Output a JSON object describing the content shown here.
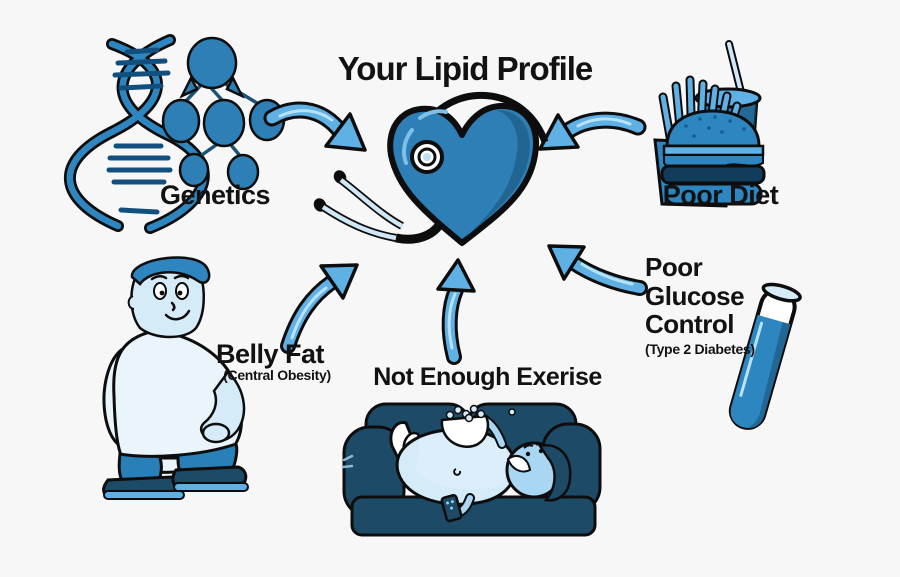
{
  "title": "Your Lipid Profile",
  "factors": {
    "genetics": {
      "label": "Genetics"
    },
    "poor_diet": {
      "label": "Poor Diet"
    },
    "belly_fat": {
      "label": "Belly Fat",
      "sublabel": "(Central Obesity)"
    },
    "not_enough_exercise": {
      "label": "Not Enough Exerise"
    },
    "poor_glucose_control": {
      "label": "Poor Glucose Control",
      "sublabel": "(Type 2 Diabetes)"
    }
  },
  "center_icon": "heart-with-stethoscope",
  "icons": {
    "genetics": [
      "dna-icon",
      "family-tree-icon"
    ],
    "poor_diet": [
      "fast-food-icon"
    ],
    "belly_fat": [
      "overweight-man-icon"
    ],
    "not_enough_exercise": [
      "couch-potato-icon"
    ],
    "poor_glucose_control": [
      "blood-test-tube-icon"
    ],
    "connectors": [
      "curved-arrow-icon"
    ]
  },
  "palette": {
    "background": "#f7f7f7",
    "ink": "#121212",
    "outline": "#0d0d0d",
    "blue_mid": "#2e7fb5",
    "blue_bright": "#2e86c1",
    "blue_arrow": "#5fb0e5",
    "blue_pale": "#d6ebf8",
    "blue_shirt": "#e9f4fb",
    "navy": "#1d4a66",
    "jeans": "#2980b9",
    "patty_dark": "#123c5c"
  }
}
